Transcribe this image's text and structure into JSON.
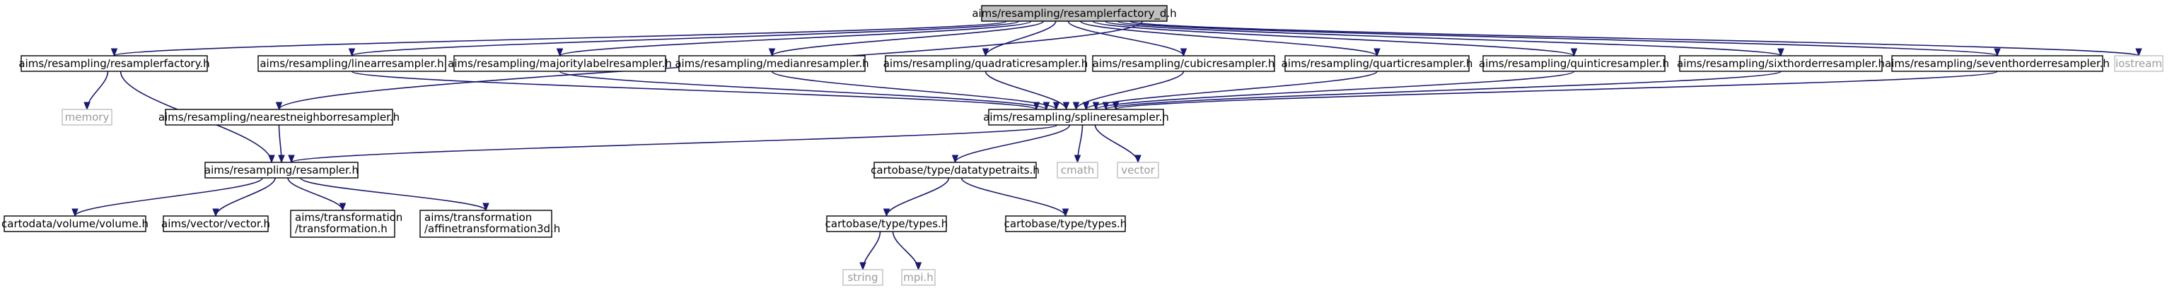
{
  "graph": {
    "nodes": [
      {
        "id": "root",
        "lines": [
          "aims/resampling/resamplerfactory_d.h"
        ],
        "kind": "root"
      },
      {
        "id": "rf",
        "lines": [
          "aims/resampling/resamplerfactory.h"
        ],
        "kind": "local"
      },
      {
        "id": "lin",
        "lines": [
          "aims/resampling/linearresampler.h"
        ],
        "kind": "local"
      },
      {
        "id": "maj",
        "lines": [
          "aims/resampling/majoritylabelresampler.h"
        ],
        "kind": "local"
      },
      {
        "id": "med",
        "lines": [
          "aims/resampling/medianresampler.h"
        ],
        "kind": "local"
      },
      {
        "id": "quad",
        "lines": [
          "aims/resampling/quadraticresampler.h"
        ],
        "kind": "local"
      },
      {
        "id": "cub",
        "lines": [
          "aims/resampling/cubicresampler.h"
        ],
        "kind": "local"
      },
      {
        "id": "quart",
        "lines": [
          "aims/resampling/quarticresampler.h"
        ],
        "kind": "local"
      },
      {
        "id": "quint",
        "lines": [
          "aims/resampling/quinticresampler.h"
        ],
        "kind": "local"
      },
      {
        "id": "sixth",
        "lines": [
          "aims/resampling/sixthorderresampler.h"
        ],
        "kind": "local"
      },
      {
        "id": "seventh",
        "lines": [
          "aims/resampling/seventhorderresampler.h"
        ],
        "kind": "local"
      },
      {
        "id": "iostream",
        "lines": [
          "iostream"
        ],
        "kind": "external"
      },
      {
        "id": "memory",
        "lines": [
          "memory"
        ],
        "kind": "external"
      },
      {
        "id": "nn",
        "lines": [
          "aims/resampling/nearestneighborresampler.h"
        ],
        "kind": "local"
      },
      {
        "id": "spline",
        "lines": [
          "aims/resampling/splineresampler.h"
        ],
        "kind": "local"
      },
      {
        "id": "res",
        "lines": [
          "aims/resampling/resampler.h"
        ],
        "kind": "local"
      },
      {
        "id": "dtt",
        "lines": [
          "cartobase/type/datatypetraits.h"
        ],
        "kind": "local"
      },
      {
        "id": "cmath",
        "lines": [
          "cmath"
        ],
        "kind": "external"
      },
      {
        "id": "vector",
        "lines": [
          "vector"
        ],
        "kind": "external"
      },
      {
        "id": "vol",
        "lines": [
          "cartodata/volume/volume.h"
        ],
        "kind": "local"
      },
      {
        "id": "vec",
        "lines": [
          "aims/vector/vector.h"
        ],
        "kind": "local"
      },
      {
        "id": "trans",
        "lines": [
          "aims/transformation",
          "/transformation.h"
        ],
        "kind": "local"
      },
      {
        "id": "affine",
        "lines": [
          "aims/transformation",
          "/affinetransformation3d.h"
        ],
        "kind": "local"
      },
      {
        "id": "types1",
        "lines": [
          "cartobase/type/types.h"
        ],
        "kind": "local"
      },
      {
        "id": "types2",
        "lines": [
          "cartobase/type/types.h"
        ],
        "kind": "local"
      },
      {
        "id": "string",
        "lines": [
          "string"
        ],
        "kind": "external"
      },
      {
        "id": "mpi",
        "lines": [
          "mpi.h"
        ],
        "kind": "external"
      }
    ],
    "edges": [
      [
        "root",
        "rf"
      ],
      [
        "root",
        "lin"
      ],
      [
        "root",
        "maj"
      ],
      [
        "root",
        "med"
      ],
      [
        "root",
        "quad"
      ],
      [
        "root",
        "cub"
      ],
      [
        "root",
        "quart"
      ],
      [
        "root",
        "quint"
      ],
      [
        "root",
        "sixth"
      ],
      [
        "root",
        "seventh"
      ],
      [
        "root",
        "iostream"
      ],
      [
        "root",
        "nn"
      ],
      [
        "rf",
        "memory"
      ],
      [
        "rf",
        "res"
      ],
      [
        "lin",
        "spline"
      ],
      [
        "maj",
        "spline"
      ],
      [
        "med",
        "spline"
      ],
      [
        "quad",
        "spline"
      ],
      [
        "cub",
        "spline"
      ],
      [
        "quart",
        "spline"
      ],
      [
        "quint",
        "spline"
      ],
      [
        "sixth",
        "spline"
      ],
      [
        "seventh",
        "spline"
      ],
      [
        "nn",
        "res"
      ],
      [
        "spline",
        "res"
      ],
      [
        "spline",
        "dtt"
      ],
      [
        "spline",
        "cmath"
      ],
      [
        "spline",
        "vector"
      ],
      [
        "res",
        "vol"
      ],
      [
        "res",
        "vec"
      ],
      [
        "res",
        "trans"
      ],
      [
        "res",
        "affine"
      ],
      [
        "dtt",
        "types1"
      ],
      [
        "dtt",
        "types2"
      ],
      [
        "types1",
        "string"
      ],
      [
        "types1",
        "mpi"
      ]
    ]
  }
}
